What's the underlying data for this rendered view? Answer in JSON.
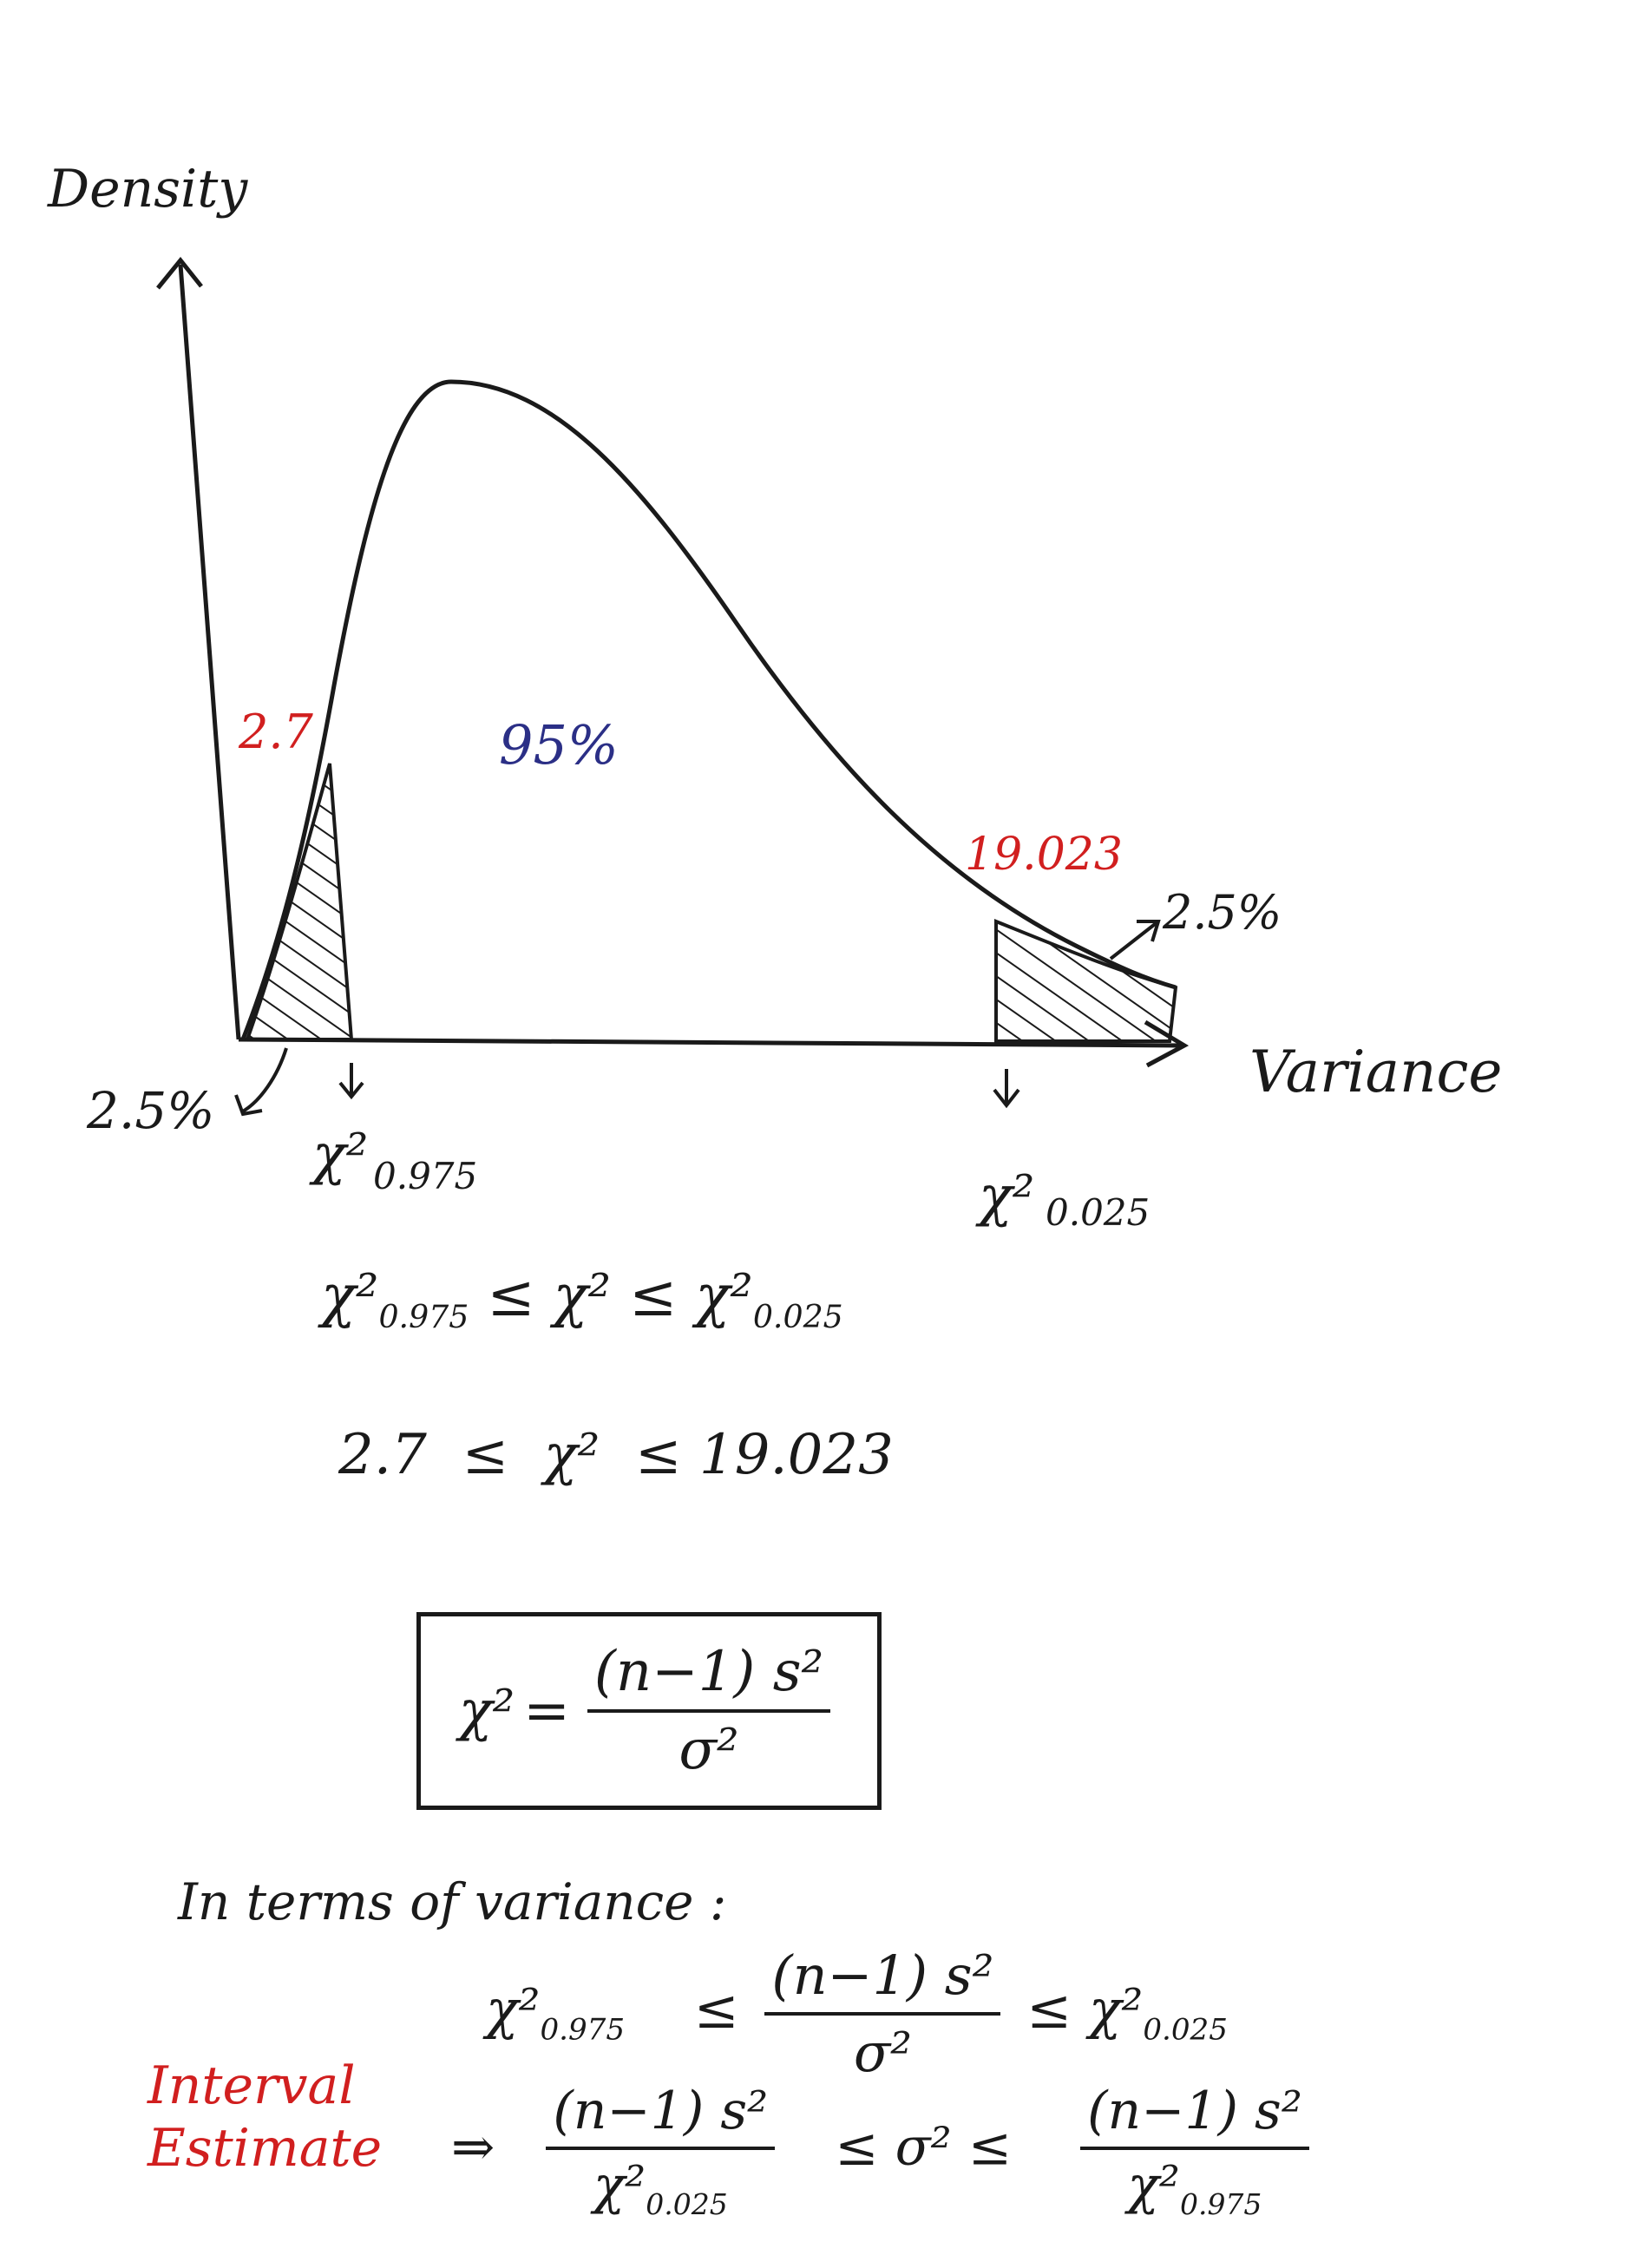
{
  "diagram": {
    "y_axis_label": "Density",
    "x_axis_label": "Variance",
    "center_area": "95%",
    "left_tail": {
      "value": "2.7",
      "area": "2.5%",
      "critical": "χ²",
      "critical_sub": "0.975"
    },
    "right_tail": {
      "value": "19.023",
      "area": "2.5%",
      "critical": "χ²",
      "critical_sub": "0.025"
    }
  },
  "inequalities": {
    "line1": {
      "left": "χ²",
      "left_sub": "0.975",
      "op1": "≤",
      "mid": "χ²",
      "op2": "≤",
      "right": "χ²",
      "right_sub": "0.025"
    },
    "line2": {
      "left": "2.7",
      "op1": "≤",
      "mid": "χ²",
      "op2": "≤",
      "right": "19.023"
    }
  },
  "formula": {
    "lhs": "χ²",
    "eq": "=",
    "numerator": "(n−1) s²",
    "denominator": "σ²"
  },
  "variance_section": {
    "heading": "In terms of variance :",
    "line1": {
      "left": "χ²",
      "left_sub": "0.975",
      "op1": "≤",
      "numerator": "(n−1) s²",
      "denominator": "σ²",
      "op2": "≤",
      "right": "χ²",
      "right_sub": "0.025"
    },
    "interval_label": [
      "Interval",
      "Estimate"
    ],
    "line2": {
      "arrow": "⇒",
      "left_num": "(n−1) s²",
      "left_den": "χ²",
      "left_den_sub": "0.025",
      "op1": "≤",
      "mid": "σ²",
      "op2": "≤",
      "right_num": "(n−1) s²",
      "right_den": "χ²",
      "right_den_sub": "0.975"
    }
  }
}
